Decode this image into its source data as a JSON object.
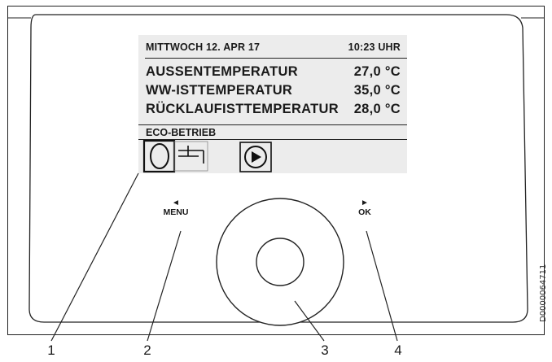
{
  "display": {
    "header": {
      "date": "MITTWOCH  12. APR 17",
      "time": "10:23 UHR"
    },
    "readings": [
      {
        "label": "AUSSENTEMPERATUR",
        "value": "27,0 °C"
      },
      {
        "label": "WW-ISTTEMPERATUR",
        "value": "35,0 °C"
      },
      {
        "label": "RÜCKLAUFISTTEMPERATUR",
        "value": "28,0 °C"
      }
    ],
    "mode": "ECO-BETRIEB",
    "icons": [
      "compressor-icon",
      "hot-water-tap-icon",
      "pump-icon"
    ]
  },
  "buttons": {
    "menu": {
      "arrow": "◄",
      "label": "MENU"
    },
    "ok": {
      "arrow": "►",
      "label": "OK"
    }
  },
  "callouts": [
    "1",
    "2",
    "3",
    "4"
  ],
  "document_id": "D0000064711"
}
